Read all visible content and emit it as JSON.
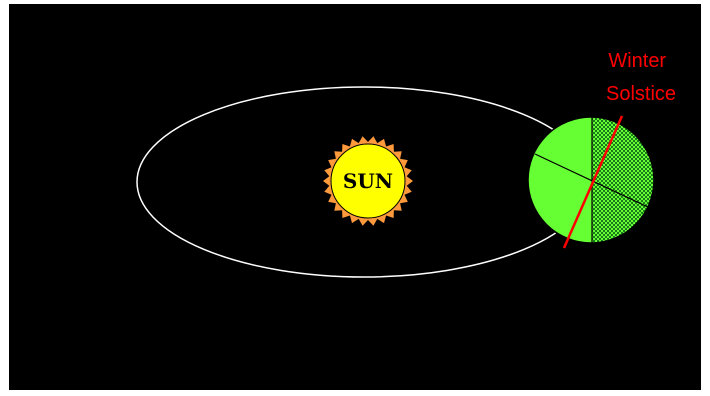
{
  "diagram": {
    "sun": {
      "label": "SUN"
    },
    "earth": {
      "annotation": [
        "Winter",
        "Solstice"
      ]
    },
    "colors": {
      "background": "#000000",
      "orbit": "#ffffff",
      "sun_fill": "#ffff00",
      "sun_corona": "#ff9a3c",
      "earth_day": "#66ff33",
      "earth_night_dots": "#1a7a1a",
      "annotation": "#ff0000",
      "line": "#000000"
    }
  }
}
